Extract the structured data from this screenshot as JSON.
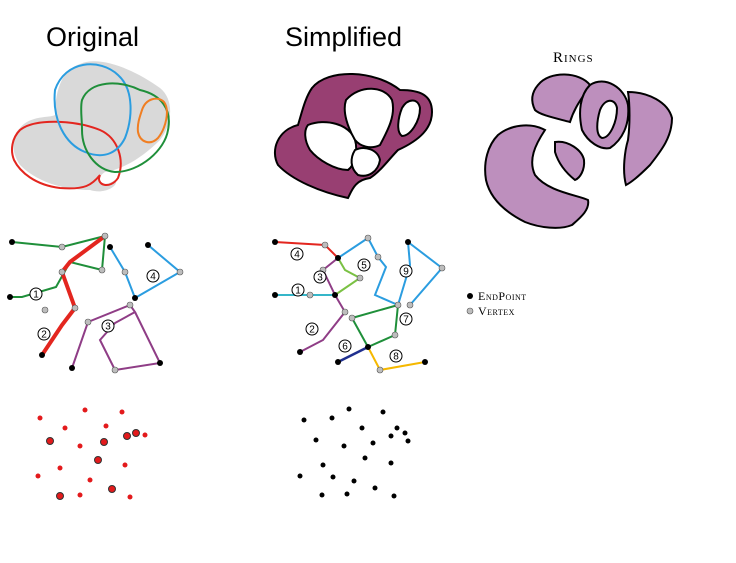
{
  "titles": {
    "original": "Original",
    "simplified": "Simplified",
    "rings": "Rings"
  },
  "legend": {
    "endpoint": "EndPoint",
    "vertex": "Vertex"
  },
  "original_line_labels": [
    "1",
    "2",
    "3",
    "4"
  ],
  "simplified_line_labels": [
    "1",
    "2",
    "3",
    "4",
    "5",
    "6",
    "7",
    "8",
    "9"
  ],
  "colors": {
    "polygon_fill_original": "#d9d9d9",
    "simplified_fill": "#983f72",
    "rings_fill": "#bd8fbd",
    "red": "#e3261f",
    "blue": "#2b9de0",
    "green": "#1f8f3a",
    "orange": "#f07e22",
    "purple": "#8f3d86",
    "endpoint": "#000000",
    "vertex": "#bdbdbd",
    "point_red": "#e31a1c"
  }
}
